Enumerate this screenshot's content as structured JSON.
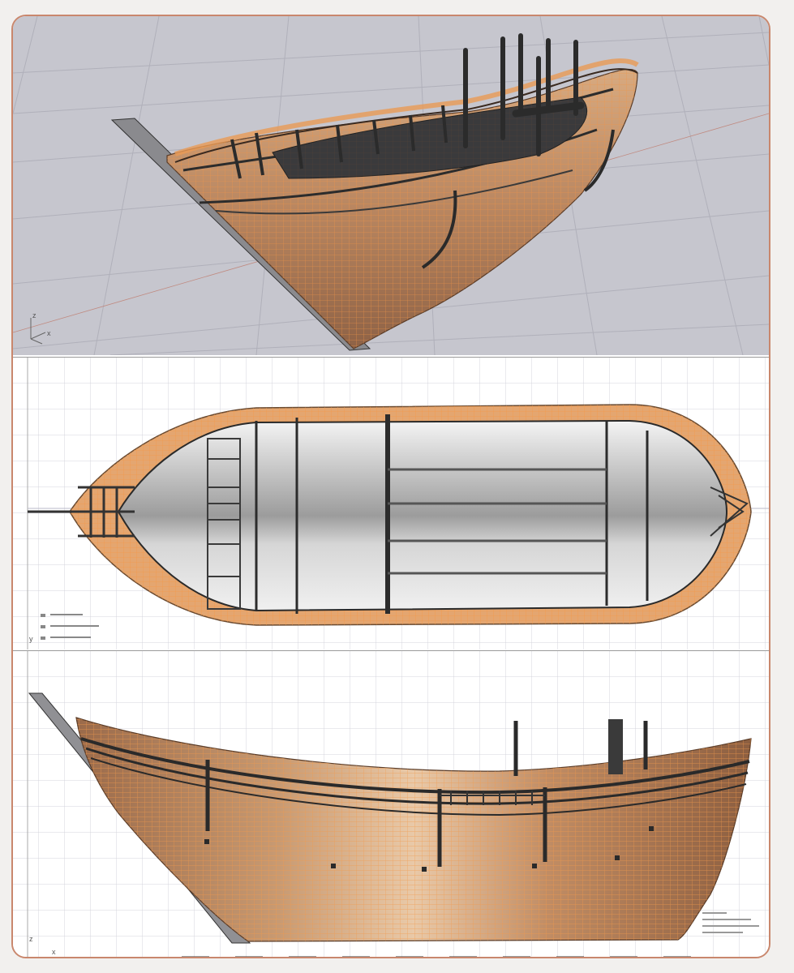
{
  "viewports": {
    "perspective": {
      "axis_labels": {
        "z": "z",
        "x": "x"
      }
    },
    "top": {
      "axis_labels": {
        "y": "y"
      }
    },
    "side": {
      "axis_labels": {
        "z": "z",
        "x": "x"
      }
    }
  },
  "colors": {
    "hull_wire": "#e0904a",
    "hull_fill": "#c99a72",
    "deck": "#3a3a3c",
    "perspective_bg": "#c6c6ce",
    "grid": "#b8b8c0",
    "frame_border": "#c9876d"
  }
}
